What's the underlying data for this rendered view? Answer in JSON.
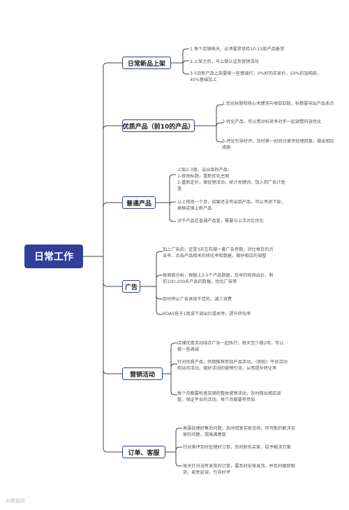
{
  "root": {
    "label": "日常工作"
  },
  "branches": [
    {
      "label": "日常新品上架",
      "leaves": [
        "1.每个店铺每天，必须要求供给10-15款产品备货",
        "2.上架之后，马上做认证及营销活动",
        "3-5日新产品上架要做一些基础打，0%好的买家价，50%的加购款，40%基础加上"
      ]
    },
    {
      "label": "优质产品（前10的产品）",
      "leaves": [
        "1.优化标题和核心关键词与类目匹配，标题要突出产品卖点",
        "2-优化产品，可以用对标竞争对手一起调整内容优化",
        "3-评论引导好评，及时第一时间对差评处理回复，做出相应措施"
      ]
    },
    {
      "label": "普通产品",
      "leaves": [
        "上架2-3周，没出单的产品：\n1-修改标题，重新优化主图\n2-重新定价，做促销活动，统计关键词，加入到广告计划里",
        "以上修改一个月，如果还没有出单产品，可以考虑下架，更换店铺上新产品",
        "对于产品在普通产品里，需要与上次对比优化"
      ]
    },
    {
      "label": "广告",
      "leaves": [
        "加上广告的，定是3天左右做一套广告参数，对比每日的点击率、点击产品相关的转化率和数据，做好相应的调整",
        "每周做分析，根据上3-5个产品数据，及早的修改出价，和前100-200名产品的数据，优化广告等",
        "及时停止广告表现不佳的，减少浪费",
        "ROAS低于1就该下调出价或关停，提升转化率"
      ]
    },
    {
      "label": "营销活动",
      "leaves": [
        "店铺优惠活动结合广告一起执行，每天至少做2场，可以做一些满减",
        "针对优质产品，同期推荐参加产品活动，（例如）平台活动和站内活动，做好活动的营销引流，从而提升转化率",
        "每个月都要检查店铺的整体营销活动，及时做出相应调整，保证平台的活动，每个月都要有参加"
      ]
    },
    {
      "label": "订单、客服",
      "leaves": [
        "客服处理好售后问题，及时回复买家咨询，尽可能的解决买家的问题，提高满意度",
        "针对差评及时处理好订单，及时联系买家，给予解决方案",
        "每天针对没有发货的订单，要及时安排发货，并及时跟踪物流，避免延误，引导好评"
      ]
    }
  ],
  "watermark": "AI教程网"
}
